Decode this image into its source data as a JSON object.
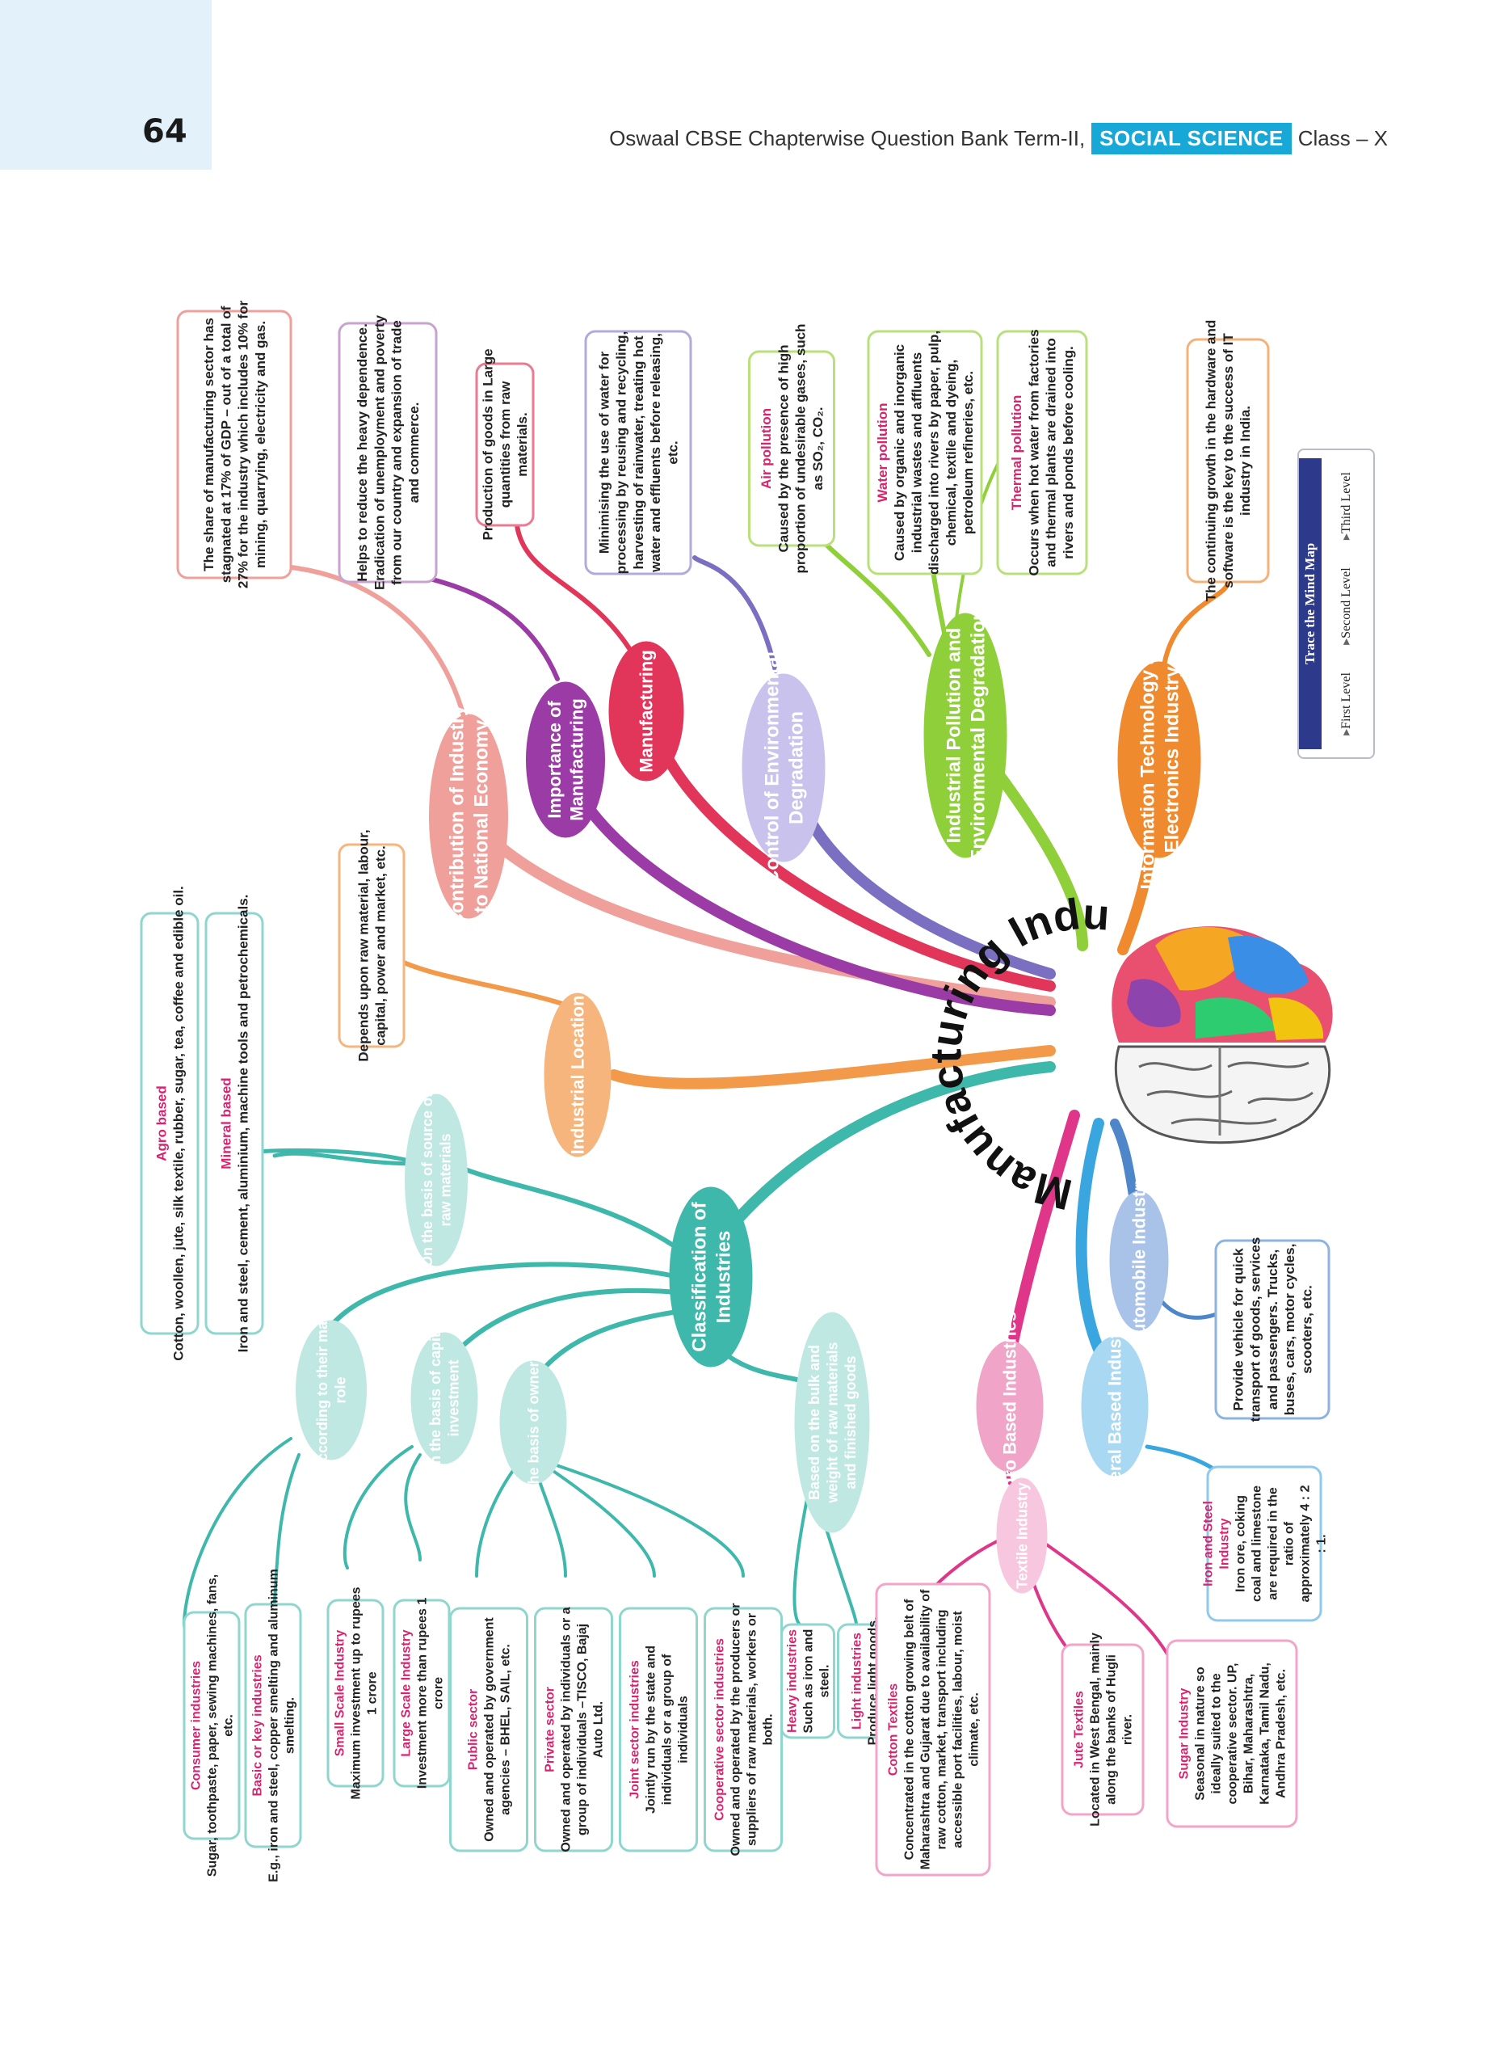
{
  "page": {
    "number": "64",
    "header_prefix": "Oswaal CBSE Chapterwise Question Bank Term-II,",
    "header_subject": "SOCIAL SCIENCE",
    "header_suffix": "Class – X"
  },
  "legend": {
    "title": "Trace the Mind Map",
    "levels": [
      "First Level",
      "Second Level",
      "Third Level"
    ]
  },
  "center": {
    "title": "Manufacturing Industries",
    "icon": "brain-icon"
  },
  "colors": {
    "contribution": "#f0a09b",
    "importance": "#9b3ca6",
    "manufacturing": "#e1365a",
    "control": "#7a6fc1",
    "pollution": "#8fcf3a",
    "it": "#f08a2e",
    "location": "#f29a4a",
    "classification": "#3fb8ac",
    "agro": "#e0368a",
    "mineral": "#3aa6e0",
    "automobile": "#4d86c9",
    "header_badge": "#17a8d8"
  },
  "topics": {
    "contribution": "Contribution of Industry to National Economy",
    "importance": "Importance of Manufacturing",
    "manufacturing": "Manufacturing",
    "control": "Control of Environmental Degradation",
    "pollution": "Industrial Pollution and Environmental Degradation",
    "it": "Information Technology and Electronics Industry",
    "location": "Industrial Location",
    "classification": "Classification of Industries",
    "agro": "Agro Based Industries",
    "mineral": "Mineral Based Industries",
    "automobile": "Automobile Industry",
    "textile": "Textile Industry",
    "raw_materials": "On the basis of source of raw materials",
    "main_role": "According to their main role",
    "capital": "On the basis of capital investment",
    "ownership": "On the basis of ownership",
    "bulk": "Based on the bulk and weight of raw materials and finished goods"
  },
  "notes": {
    "contribution": "The share of manufacturing sector has stagnated at 17% of GDP – out of a total of 27% for the industry which includes 10% for mining, quarrying, electricity and gas.",
    "importance": "Helps to reduce the heavy dependence. Eradication of unemployment and poverty from our country and expansion of trade and commerce.",
    "manufacturing": "Production of goods in Large quantities from raw materials.",
    "control": "Minimising the use of water for processing by reusing and recycling, harvesting of rainwater, treating hot water and effluents before releasing, etc.",
    "it": "The continuing growth in the hardware and software is the key to the success of IT industry in India.",
    "location": "Depends upon raw material, labour, capital, power and market, etc.",
    "automobile": "Provide vehicle for quick transport of goods, services and passengers. Trucks, buses, cars, motor cycles, scooters, etc."
  },
  "pollution": [
    {
      "title": "Air pollution",
      "text": "Caused by the presence of high proportion of undesirable gases, such as SO₂, CO₂."
    },
    {
      "title": "Water pollution",
      "text": "Caused by organic and inorganic industrial wastes and affluents discharged into rivers by paper, pulp, chemical, textile and dyeing, petroleum refineries, etc."
    },
    {
      "title": "Thermal pollution",
      "text": "Occurs when hot water from factories and thermal plants are drained into rivers and ponds before cooling."
    }
  ],
  "raw_materials": [
    {
      "title": "Agro based",
      "text": "Cotton, woollen, jute, silk textile, rubber, sugar, tea, coffee and edible oil."
    },
    {
      "title": "Mineral based",
      "text": "Iron and steel, cement, aluminium, machine tools and petrochemicals."
    }
  ],
  "bottom": [
    {
      "title": "Consumer industries",
      "text": "Sugar, toothpaste, paper, sewing machines, fans, etc."
    },
    {
      "title": "Basic or key industries",
      "text": "E.g., iron and steel, copper smelting and aluminum smelting."
    },
    {
      "title": "Small Scale Industry",
      "text": "Maximum investment up to rupees 1 crore"
    },
    {
      "title": "Large Scale Industry",
      "text": "Investment more than rupees 1 crore"
    },
    {
      "title": "Public sector",
      "text": "Owned and operated by government agencies – BHEL, SAIL, etc."
    },
    {
      "title": "Private sector",
      "text": "Owned and operated by individuals or a group of individuals –TISCO, Bajaj Auto Ltd."
    },
    {
      "title": "Joint sector industries",
      "text": "Jointly run by the state and individuals or a group of individuals"
    },
    {
      "title": "Cooperative sector industries",
      "text": "Owned and operated by the producers or suppliers of raw materials, workers or both."
    },
    {
      "title": "Heavy industries",
      "text": "Such as iron and steel."
    },
    {
      "title": "Light industries",
      "text": "Produce light goods."
    },
    {
      "title": "Cotton Textiles",
      "text": "Concentrated in the cotton growing belt of Maharashtra and Gujarat due to availability of raw cotton, market, transport including accessible port facilities, labour, moist climate, etc."
    },
    {
      "title": "Jute Textiles",
      "text": "Located in West Bengal, mainly along the banks of Hugli river."
    },
    {
      "title": "Sugar Industry",
      "text": "Seasonal in nature so ideally suited to the cooperative sector. UP, Bihar, Maharashtra, Karnataka, Tamil Nadu, Andhra Pradesh, etc."
    },
    {
      "title": "Iron and Steel Industry",
      "text": "Iron ore, coking coal and limestone are required in the ratio of approximately 4 : 2 : 1."
    }
  ]
}
